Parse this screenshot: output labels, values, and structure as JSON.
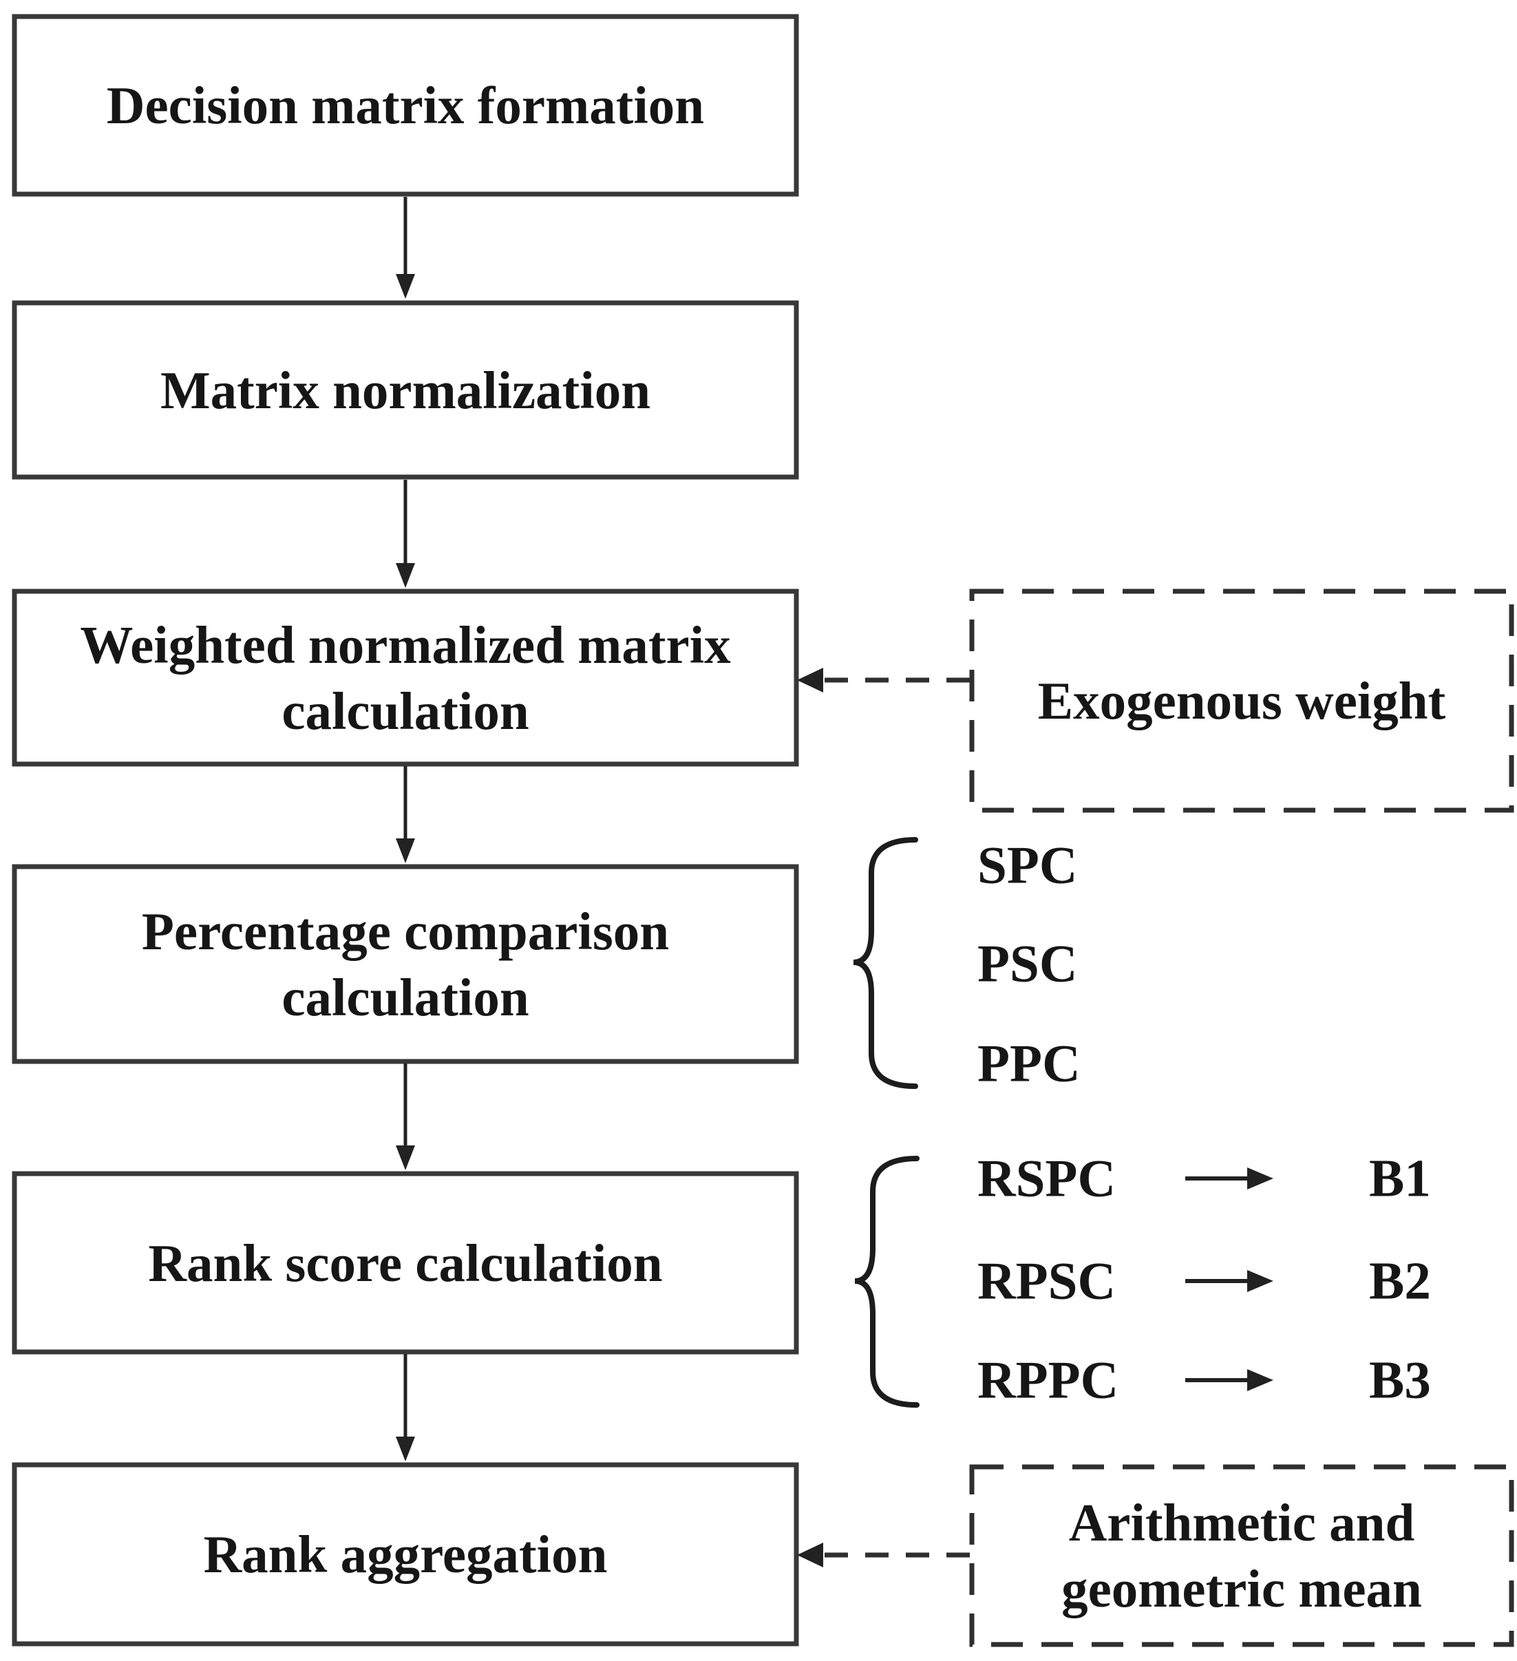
{
  "figure": {
    "background_color": "#ffffff",
    "ink_color": "#161616",
    "border_color": "#383838",
    "flow_boxes": [
      {
        "id": "decision-matrix-formation",
        "line1": "Decision matrix formation"
      },
      {
        "id": "matrix-normalization",
        "line1": "Matrix normalization"
      },
      {
        "id": "weighted-normalized-matrix",
        "line1": "Weighted normalized matrix",
        "line2": "calculation"
      },
      {
        "id": "percentage-comparison",
        "line1": "Percentage comparison",
        "line2": "calculation"
      },
      {
        "id": "rank-score-calculation",
        "line1": "Rank score calculation"
      },
      {
        "id": "rank-aggregation",
        "line1": "Rank aggregation"
      }
    ],
    "dashed_inputs": [
      {
        "id": "exogenous-weight",
        "line1": "Exogenous weight"
      },
      {
        "id": "arithmetic-geometric-mean",
        "line1": "Arithmetic and",
        "line2": "geometric mean"
      }
    ],
    "comparison_outputs": {
      "item1": "SPC",
      "item2": "PSC",
      "item3": "PPC"
    },
    "rank_outputs": {
      "row1": {
        "label": "RSPC",
        "target": "B1"
      },
      "row2": {
        "label": "RPSC",
        "target": "B2"
      },
      "row3": {
        "label": "RPPC",
        "target": "B3"
      }
    }
  }
}
